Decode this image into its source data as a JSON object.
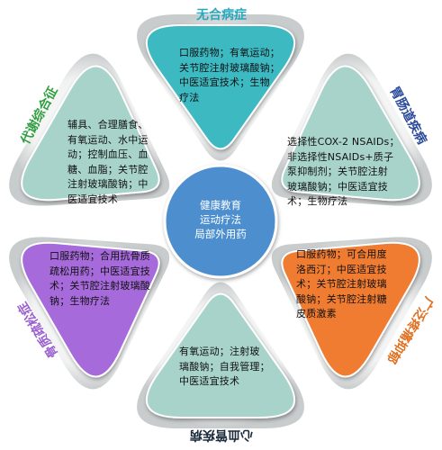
{
  "center": {
    "lines": [
      "健康教育",
      "运动疗法",
      "局部外用药"
    ]
  },
  "petals": [
    {
      "id": "top",
      "label": "无合病症",
      "color": "#3cb9c2",
      "label_color": "#27a8bd",
      "lines": [
        "口服药物；有氧运动；",
        "关节腔注射玻璃酸钠；",
        "中医适宜技术；生物",
        "疗法"
      ]
    },
    {
      "id": "upper-right",
      "label": "胃肠道疾病",
      "color": "#a8d3cb",
      "label_color": "#2a4a9a",
      "lines": [
        "选择性COX-2 NSAIDs；",
        "非选择性NSAIDs+质子",
        "泵抑制剂；关节腔注射",
        "玻璃酸钠；中医适宜技",
        "术；生物疗法"
      ]
    },
    {
      "id": "lower-right",
      "label": "广泛疼痛抑郁",
      "color": "#f07b33",
      "label_color": "#e07020",
      "lines": [
        "口服药物；可合用度",
        "洛西汀；中医适宜技",
        "术；关节腔注射玻璃",
        "酸钠；关节腔注射糖",
        "皮质激素"
      ]
    },
    {
      "id": "bottom",
      "label": "心血管疾病",
      "color": "#a8d3cb",
      "label_color": "#1a2a3a",
      "lines": [
        "有氧运动；注射玻",
        "璃酸钠；自我管理；",
        "中医适宜技术"
      ]
    },
    {
      "id": "lower-left",
      "label": "骨质疏松症",
      "color": "#a66bdb",
      "label_color": "#9a60d0",
      "lines": [
        "口服药物；合用抗骨质",
        "疏松用药；中医适宜技",
        "术；关节腔注射玻璃酸",
        "钠；生物疗法"
      ]
    },
    {
      "id": "upper-left",
      "label": "代谢综合征",
      "color": "#a8d3cb",
      "label_color": "#2f9e3f",
      "lines": [
        "辅具、合理膳食、",
        "有氧运动、水中运",
        "动；控制血压、血",
        "糖、血脂；关节腔",
        "注射玻璃酸钠；中",
        "医适宜技术"
      ]
    }
  ]
}
